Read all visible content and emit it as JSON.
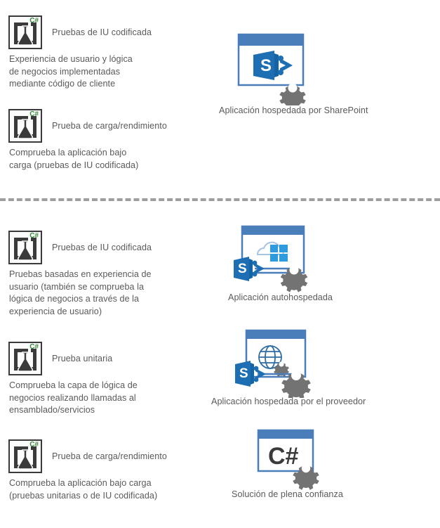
{
  "colors": {
    "window_title_bar": "#4a7ebb",
    "window_border": "#4a7ebb",
    "sharepoint_blue": "#1e6eb3",
    "gear_gray": "#737373",
    "text_gray": "#5a5a5a",
    "icon_border": "#3a3a3a",
    "csharp_green": "#37893a",
    "divider_gray": "#9e9e9e",
    "windows_logo_blue": "#2e9bdf",
    "globe_blue": "#2e6da4",
    "csharp_dark": "#3a3a3a"
  },
  "divider": {
    "name": "dashed-separator"
  },
  "sections": [
    {
      "id": "section-top",
      "tests": [
        {
          "icon": "coded-ui-test-icon",
          "icon_badge": "C#",
          "title": "Pruebas de IU codificada",
          "description": "Experiencia de usuario y lógica\nde negocios implementadas\nmediante código de cliente"
        },
        {
          "icon": "load-performance-test-icon",
          "icon_badge": "C#",
          "title": "Prueba de carga/rendimiento",
          "description": "Comprueba la aplicación bajo\ncarga (pruebas de IU codificada)"
        }
      ],
      "apps": [
        {
          "icon": "sharepoint-hosted-app-icon",
          "caption": "Aplicación hospedada por SharePoint"
        }
      ]
    },
    {
      "id": "section-bottom",
      "tests": [
        {
          "icon": "coded-ui-test-icon",
          "icon_badge": "C#",
          "title": "Pruebas de IU codificada",
          "description": "Pruebas basadas en experiencia de\nusuario (también se comprueba la\nlógica de negocios a través de la\nexperiencia de usuario)"
        },
        {
          "icon": "unit-test-icon",
          "icon_badge": "C#",
          "title": "Prueba unitaria",
          "description": "Comprueba la capa de lógica de\nnegocios realizando llamadas al\nensamblado/servicios"
        },
        {
          "icon": "load-performance-test-icon",
          "icon_badge": "C#",
          "title": "Prueba de carga/rendimiento",
          "description": "Comprueba la aplicación bajo carga\n(pruebas unitarias o de IU codificada)"
        }
      ],
      "apps": [
        {
          "icon": "autohosted-app-icon",
          "caption": "Aplicación autohospedada"
        },
        {
          "icon": "provider-hosted-app-icon",
          "caption": "Aplicación hospedada por el proveedor"
        },
        {
          "icon": "full-trust-solution-icon",
          "icon_label": "C#",
          "caption": "Solución de plena confianza"
        }
      ]
    }
  ]
}
